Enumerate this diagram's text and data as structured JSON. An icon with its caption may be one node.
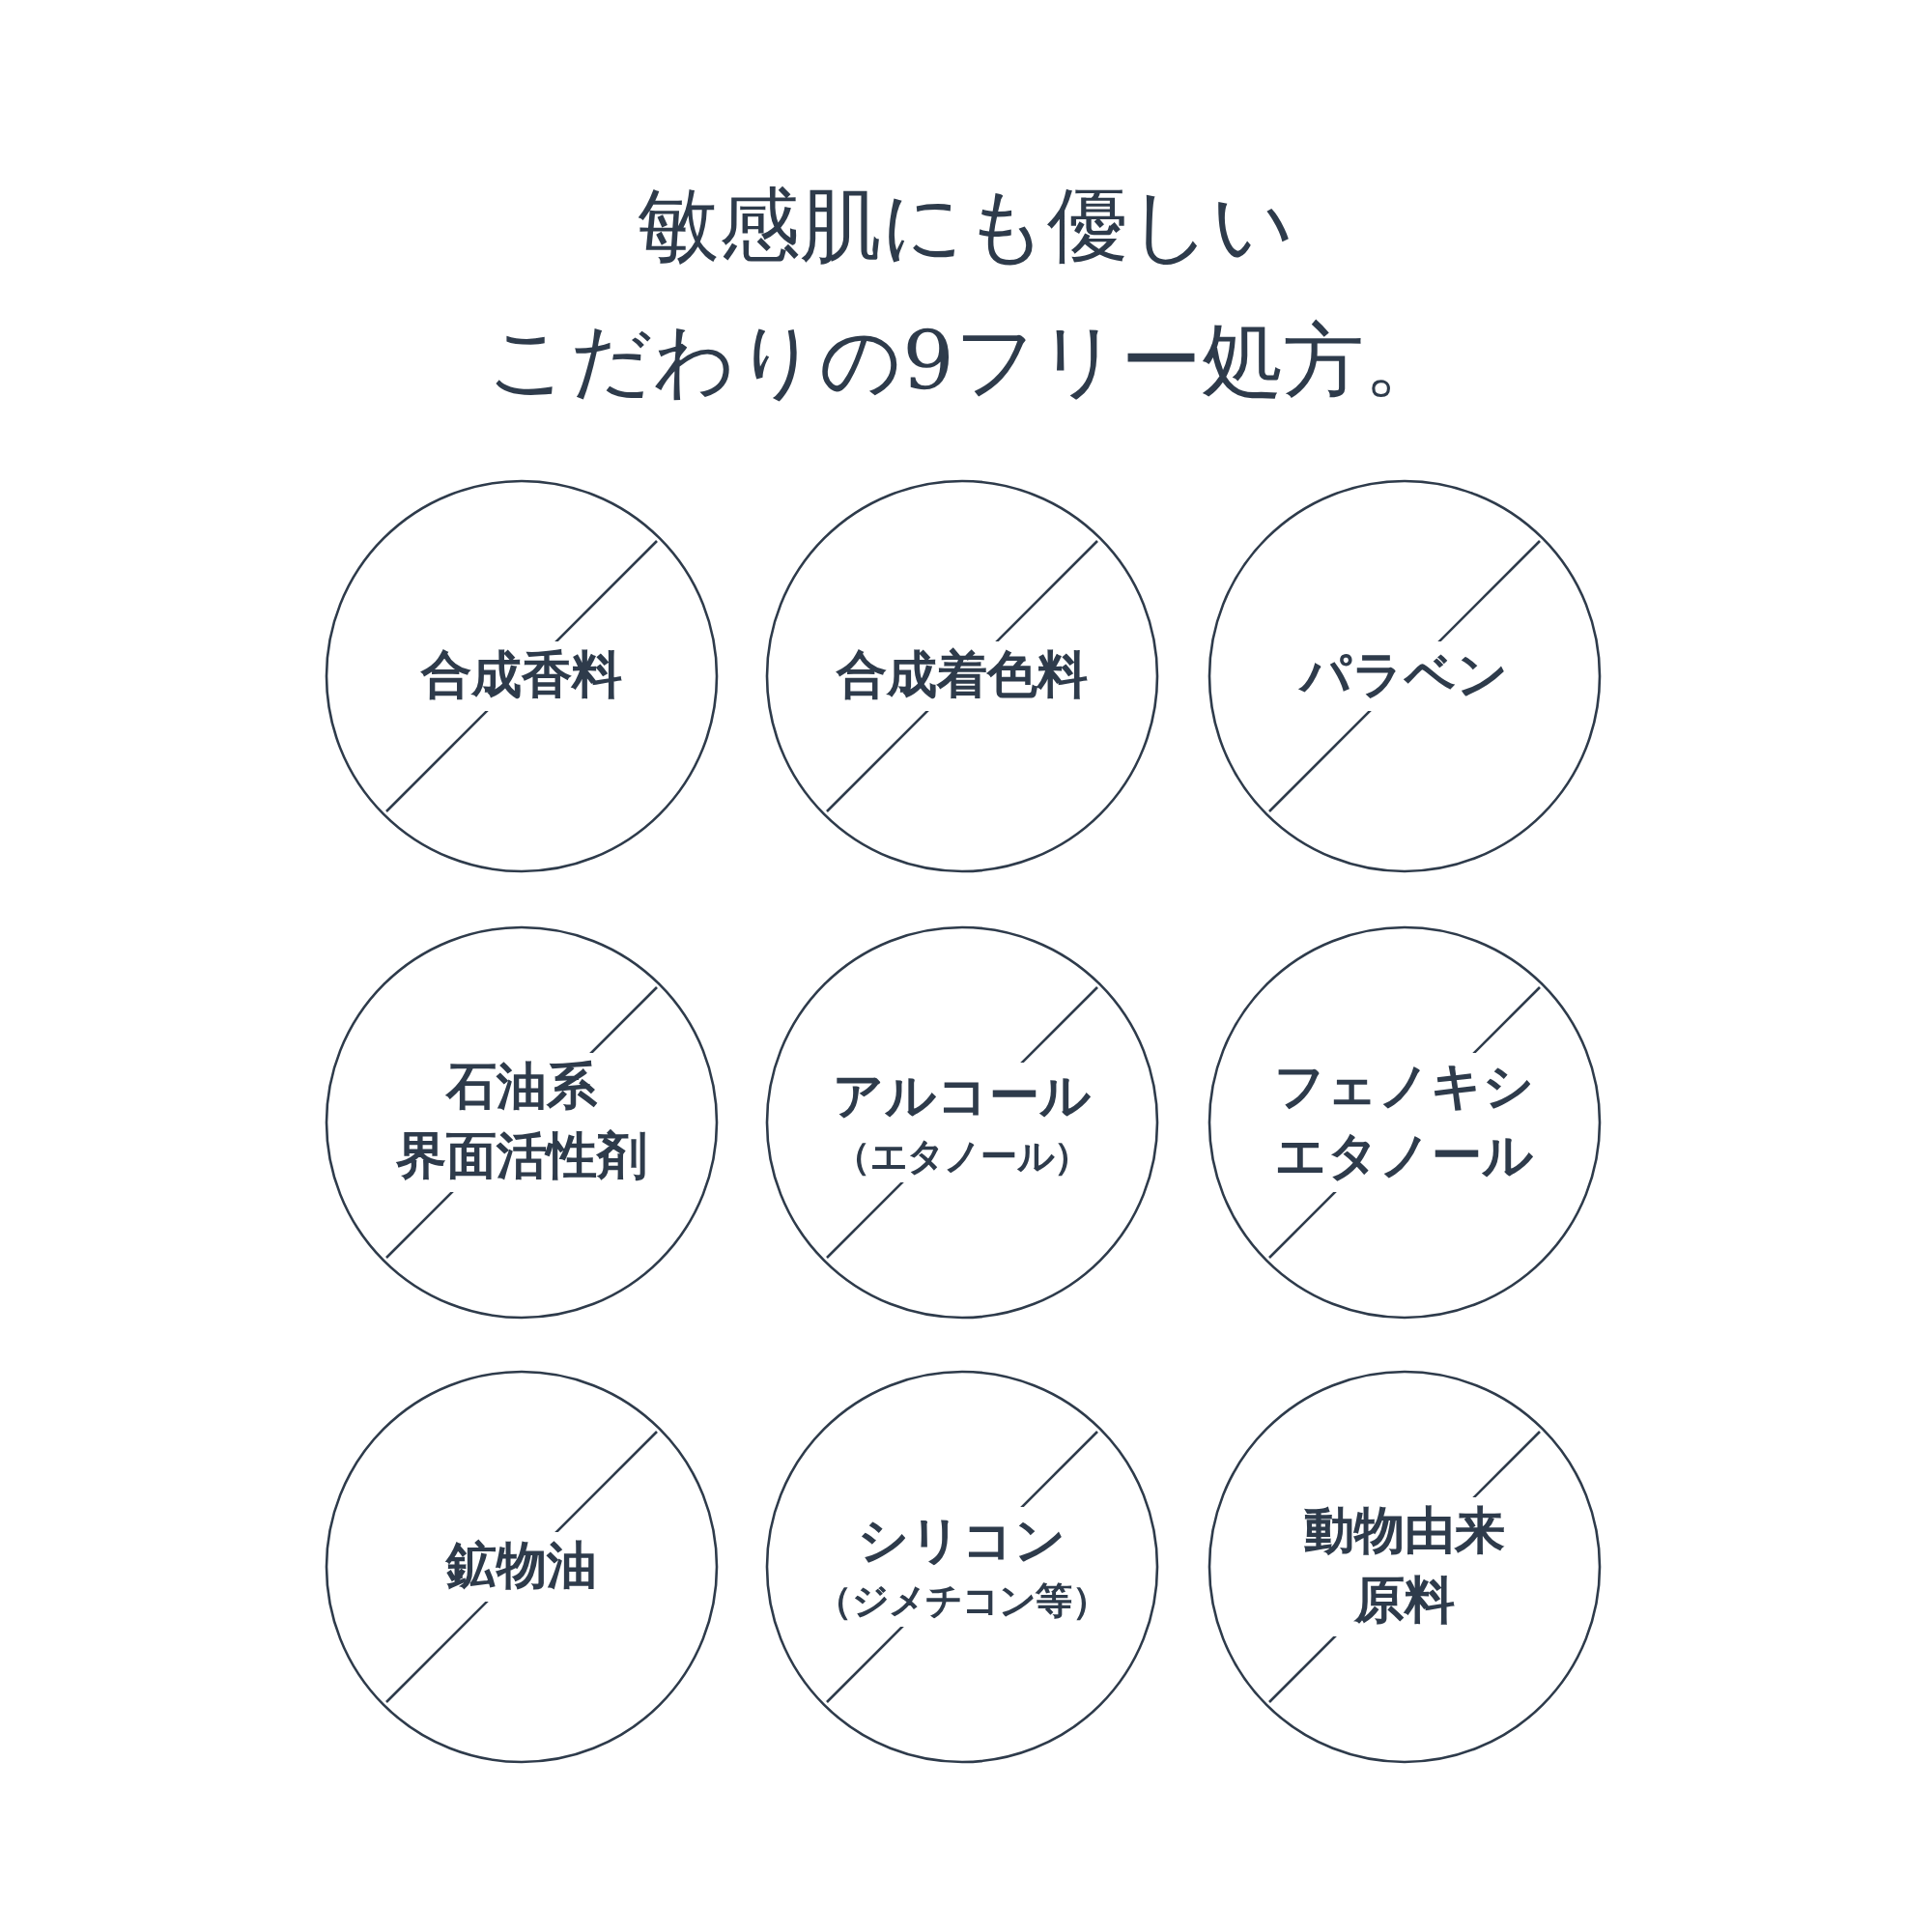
{
  "diagram": {
    "title": "敏感肌にも優しいこだわりの9フリー処方。",
    "nodes": [
      {
        "text": [
          "合成香料"
        ]
      },
      {
        "text": [
          "合成着色料"
        ]
      },
      {
        "text": [
          "パラベン"
        ]
      },
      {
        "text": [
          "石油系界面活性剤"
        ]
      },
      {
        "text": [
          "アルコール",
          "（エタノール）"
        ]
      },
      {
        "text": [
          "フェノキシエタノール"
        ]
      },
      {
        "text": [
          "鉱物油"
        ]
      },
      {
        "text": [
          "シリコン",
          "（ジメチコン等）"
        ]
      },
      {
        "text": [
          "動物由来原料"
        ]
      }
    ]
  }
}
